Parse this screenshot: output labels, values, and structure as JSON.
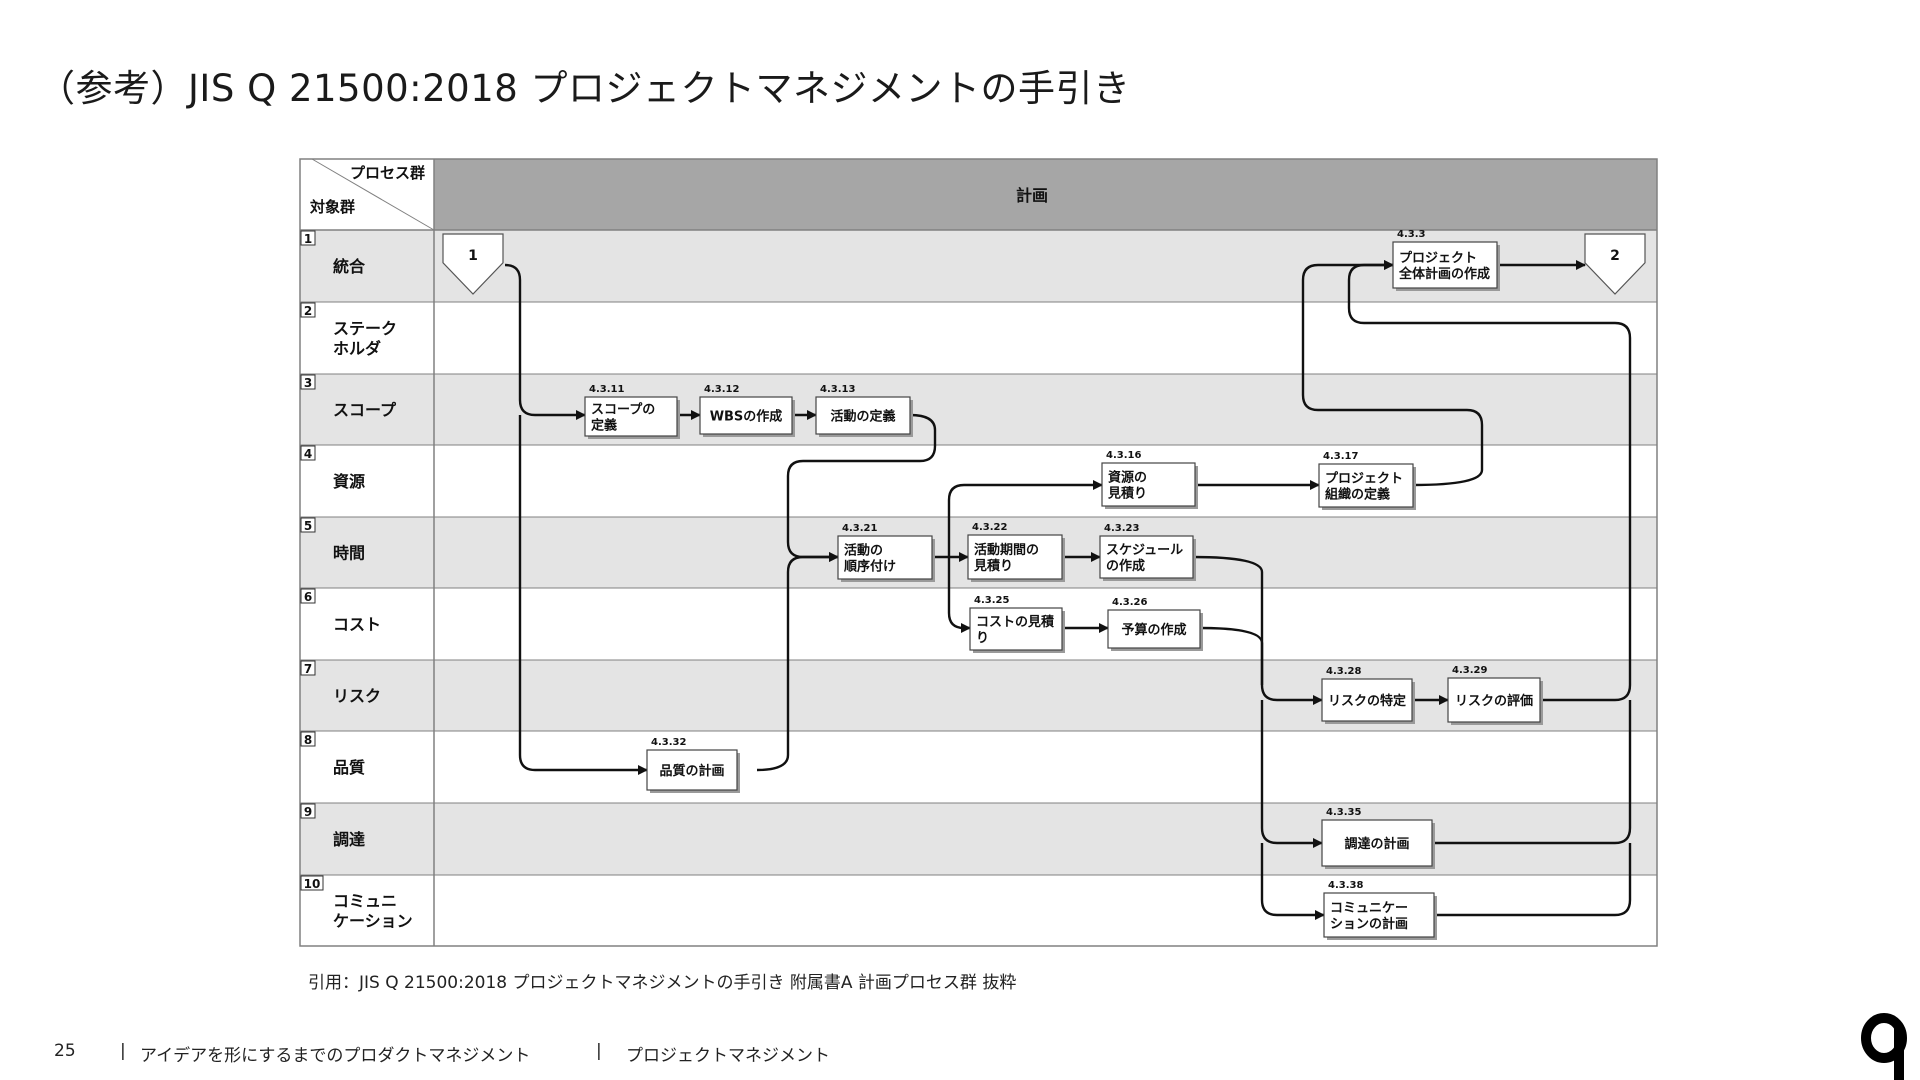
{
  "slide": {
    "title": "（参考）JIS Q 21500:2018 プロジェクトマネジメントの手引き",
    "caption": "引用：JIS Q 21500:2018 プロジェクトマネジメントの手引き 附属書A 計画プロセス群 抜粋"
  },
  "footer": {
    "page_number": "25",
    "separator": "|",
    "breadcrumb": [
      "アイデアを形にするまでのプロダクトマネジメント",
      "プロジェクトマネジメント"
    ]
  },
  "diagram": {
    "corner_top": "プロセス群",
    "corner_bottom": "対象群",
    "phase_header": "計画",
    "rows": [
      {
        "num": "1",
        "label": [
          "統合"
        ]
      },
      {
        "num": "2",
        "label": [
          "ステーク",
          "ホルダ"
        ]
      },
      {
        "num": "3",
        "label": [
          "スコープ"
        ]
      },
      {
        "num": "4",
        "label": [
          "資源"
        ]
      },
      {
        "num": "5",
        "label": [
          "時間"
        ]
      },
      {
        "num": "6",
        "label": [
          "コスト"
        ]
      },
      {
        "num": "7",
        "label": [
          "リスク"
        ]
      },
      {
        "num": "8",
        "label": [
          "品質"
        ]
      },
      {
        "num": "9",
        "label": [
          "調達"
        ]
      },
      {
        "num": "10",
        "label": [
          "コミュニ",
          "ケーション"
        ]
      }
    ],
    "connectors": [
      {
        "id": "start",
        "label": "1"
      },
      {
        "id": "end",
        "label": "2"
      }
    ],
    "processes": [
      {
        "id": "4.3.3",
        "label": [
          "プロジェクト",
          "全体計画の作成"
        ]
      },
      {
        "id": "4.3.11",
        "label": [
          "スコープの",
          "定義"
        ]
      },
      {
        "id": "4.3.12",
        "label": [
          "WBSの作成"
        ]
      },
      {
        "id": "4.3.13",
        "label": [
          "活動の定義"
        ]
      },
      {
        "id": "4.3.16",
        "label": [
          "資源の",
          "見積り"
        ]
      },
      {
        "id": "4.3.17",
        "label": [
          "プロジェクト",
          "組織の定義"
        ]
      },
      {
        "id": "4.3.21",
        "label": [
          "活動の",
          "順序付け"
        ]
      },
      {
        "id": "4.3.22",
        "label": [
          "活動期間の",
          "見積り"
        ]
      },
      {
        "id": "4.3.23",
        "label": [
          "スケジュール",
          "の作成"
        ]
      },
      {
        "id": "4.3.25",
        "label": [
          "コストの見積",
          "り"
        ]
      },
      {
        "id": "4.3.26",
        "label": [
          "予算の作成"
        ]
      },
      {
        "id": "4.3.28",
        "label": [
          "リスクの特定"
        ]
      },
      {
        "id": "4.3.29",
        "label": [
          "リスクの評価"
        ]
      },
      {
        "id": "4.3.32",
        "label": [
          "品質の計画"
        ]
      },
      {
        "id": "4.3.35",
        "label": [
          "調達の計画"
        ]
      },
      {
        "id": "4.3.38",
        "label": [
          "コミュニケー",
          "ションの計画"
        ]
      }
    ]
  },
  "colors": {
    "header_bg": "#a6a6a6",
    "row_shaded": "#e4e4e4",
    "row_plain": "#ffffff",
    "grid": "#808080",
    "line": "#111111"
  },
  "icons": {
    "brand": "brand-logo-q"
  }
}
